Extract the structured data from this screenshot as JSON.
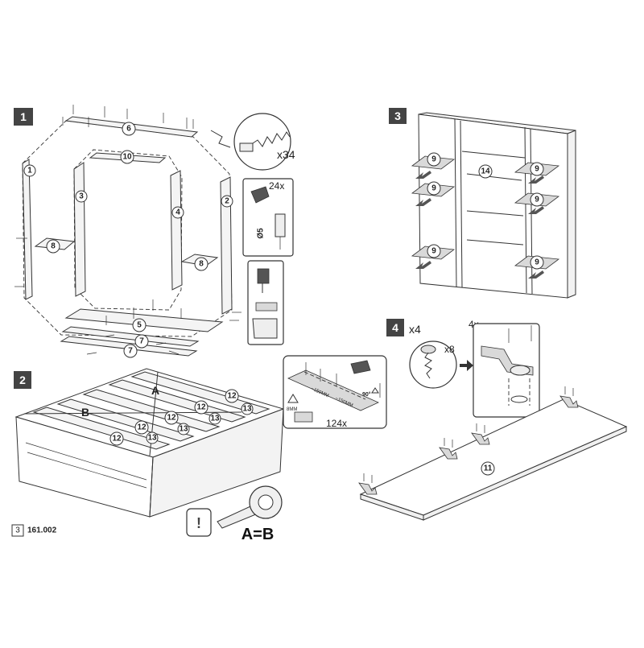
{
  "steps": {
    "s1": {
      "number": "1"
    },
    "s2": {
      "number": "2"
    },
    "s3": {
      "number": "3"
    },
    "s4": {
      "number": "4",
      "count": "x4"
    }
  },
  "hardware": {
    "screws_count": "x34",
    "dowels_count": "24x",
    "dowel_size": "Ø5",
    "nails_count": "124x",
    "hinge_screws_count": "x8",
    "hinges_count": "4x"
  },
  "measurements": {
    "label_a": "A",
    "label_b": "B",
    "equation": "A=B",
    "gap_label": "8MM",
    "dist_label": "~150MM",
    "angle_label": "90°"
  },
  "parts": {
    "p1": "1",
    "p2": "2",
    "p3": "3",
    "p4": "4",
    "p5": "5",
    "p6": "6",
    "p7": "7",
    "p8": "8",
    "p9": "9",
    "p10": "10",
    "p11": "11",
    "p12": "12",
    "p13": "13",
    "p14": "14"
  },
  "footer": {
    "page": "3",
    "code": "161.002"
  },
  "warning_symbol": "!"
}
